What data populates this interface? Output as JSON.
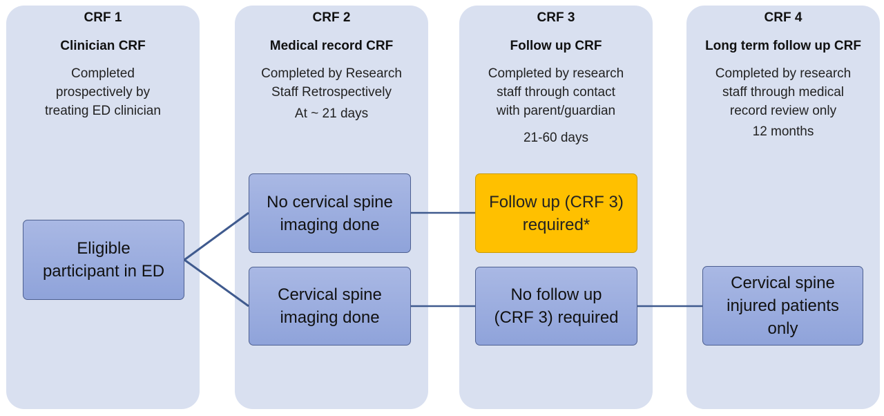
{
  "columns": [
    {
      "number": "CRF 1",
      "name": "Clinician CRF",
      "description": [
        "Completed",
        "prospectively  by",
        "treating ED clinician"
      ],
      "timing": ""
    },
    {
      "number": "CRF 2",
      "name": "Medical record CRF",
      "description": [
        "Completed by Research",
        "Staff Retrospectively"
      ],
      "timing": "At ~ 21 days"
    },
    {
      "number": "CRF 3",
      "name": "Follow up CRF",
      "description": [
        "Completed by research",
        "staff  through contact",
        "with parent/guardian"
      ],
      "timing": "21-60 days"
    },
    {
      "number": "CRF 4",
      "name": "Long term follow up CRF",
      "description": [
        "Completed by research",
        "staff  through medical",
        "record review only"
      ],
      "timing": "12 months"
    }
  ],
  "boxes": {
    "eligible": [
      "Eligible",
      "participant in ED"
    ],
    "no_imaging": [
      "No cervical spine",
      "imaging done"
    ],
    "imaging": [
      "Cervical spine",
      "imaging done"
    ],
    "follow_up": [
      "Follow up (CRF 3)",
      "required*"
    ],
    "no_follow_up": [
      "No follow up",
      "(CRF 3) required"
    ],
    "injured": [
      "Cervical spine",
      "injured patients",
      "only"
    ]
  },
  "colors": {
    "column_bg": "#d9e0f0",
    "box_blue": "#9aabde",
    "box_gold": "#ffc000",
    "connector": "#3f5a8e"
  }
}
